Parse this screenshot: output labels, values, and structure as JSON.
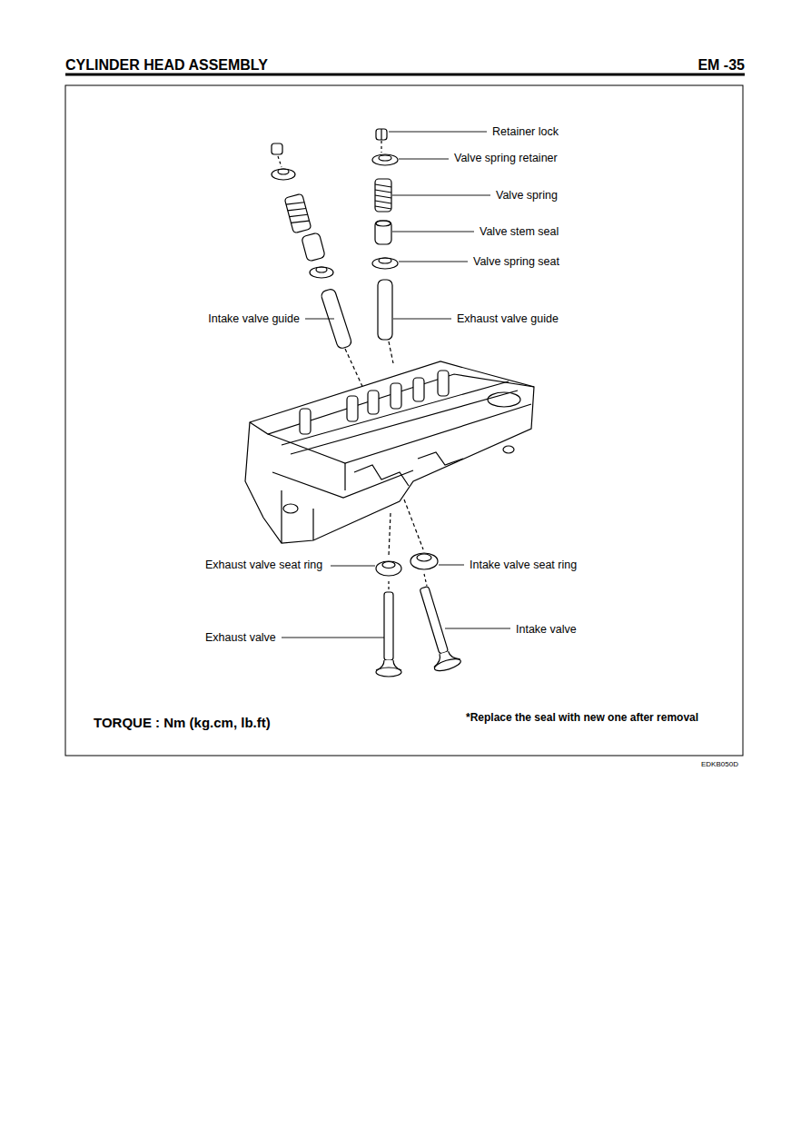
{
  "diagram": {
    "title": "CYLINDER HEAD ASSEMBLY",
    "labels": [
      "EM -35",
      "Retainer lock",
      "Valve spring retainer",
      "Valve spring",
      "Valve stem seal",
      "Valve spring seat",
      "Intake valve guide",
      "Exhaust valve guide",
      "Exhaust valve seat ring",
      "Intake valve seat ring",
      "Intake valve",
      "Exhaust valve",
      "TORQUE : Nm (kg.cm, lb.ft)",
      "*Replace the seal with new one after removal",
      "EDKB050D"
    ]
  }
}
